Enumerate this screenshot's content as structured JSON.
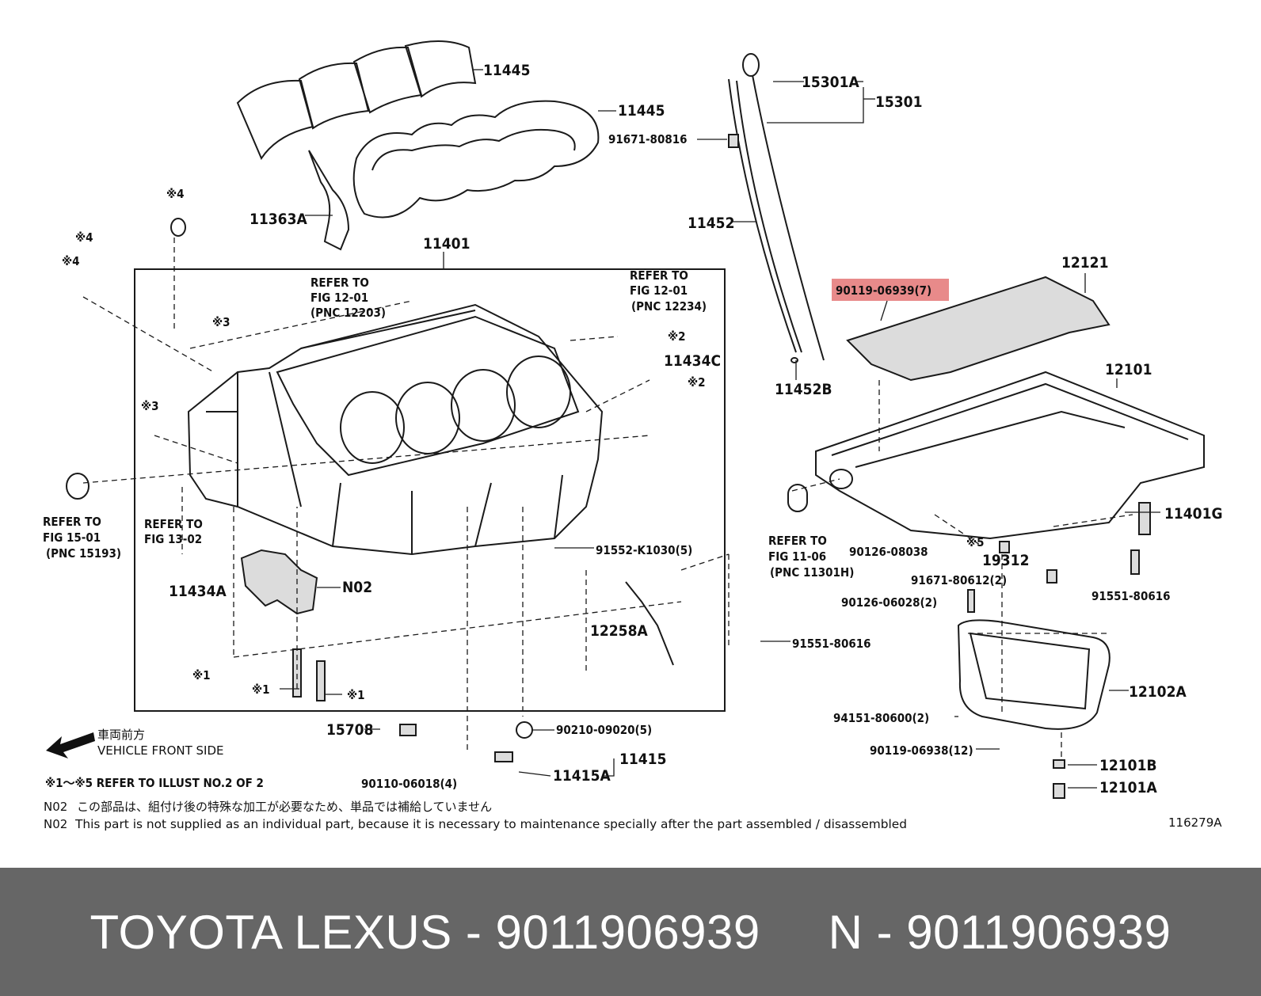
{
  "labels": {
    "l11445a": "11445",
    "l11445b": "11445",
    "l15301a": "15301A",
    "l15301": "15301",
    "l91671_80816": "91671-80816",
    "l11363a": "11363A",
    "l11452": "11452",
    "l11401": "11401",
    "l12121": "12121",
    "l90119_06939": "90119-06939(7)",
    "l11452b": "11452B",
    "l12101": "12101",
    "l11434c": "11434C",
    "l11401g": "11401G",
    "l90126_08038": "90126-08038",
    "l19312": "19312",
    "l91671_80612": "91671-80612(2)",
    "l91551_80616a": "91551-80616",
    "l90126_06028": "90126-06028(2)",
    "l91552_k1030": "91552-K1030(5)",
    "l12258a": "12258A",
    "l91551_80616b": "91551-80616",
    "l12102a": "12102A",
    "l94151_80600": "94151-80600(2)",
    "l90119_06938": "90119-06938(12)",
    "l12101b": "12101B",
    "l12101a": "12101A",
    "l11434a": "11434A",
    "lN02": "N02",
    "l15708": "15708",
    "l90210_09020": "90210-09020(5)",
    "l11415": "11415",
    "l11415a": "11415A",
    "l90110_06018": "90110-06018(4)",
    "l116279a": "116279A"
  },
  "refs": {
    "r12203_1": "REFER TO",
    "r12203_2": "FIG 12-01",
    "r12203_3": "(PNC 12203)",
    "r12234_1": "REFER TO",
    "r12234_2": "FIG 12-01",
    "r12234_3": "(PNC 12234)",
    "r15193_1": "REFER TO",
    "r15193_2": "FIG 15-01",
    "r15193_3": "(PNC 15193)",
    "r13_1": "REFER TO",
    "r13_2": "FIG 13-02",
    "r11301_1": "REFER TO",
    "r11301_2": "FIG 11-06",
    "r11301_3": "(PNC 11301H)"
  },
  "marks": {
    "m4a": "※4",
    "m4b": "※4",
    "m4c": "※4",
    "m3a": "※3",
    "m3b": "※3",
    "m2a": "※2",
    "m2b": "※2",
    "m5": "※5",
    "m1a": "※1",
    "m1b": "※1",
    "m1c": "※1"
  },
  "notes": {
    "front_jp": "車両前方",
    "front_en": "VEHICLE FRONT SIDE",
    "refer_note": "※1～※5 REFER TO ILLUST NO.2 OF 2",
    "n02_jp_code": "N02",
    "n02_jp": "この部品は、組付け後の特殊な加工が必要なため、単品では補給していません",
    "n02_en_code": "N02",
    "n02_en": "This part is not supplied as an individual part, because it is necessary to maintenance specially after the part assembled / disassembled"
  },
  "highlight": {
    "color": "#e88a8a"
  },
  "footer": {
    "text": "TOYOTA LEXUS - 9011906939     N - 9011906939"
  }
}
